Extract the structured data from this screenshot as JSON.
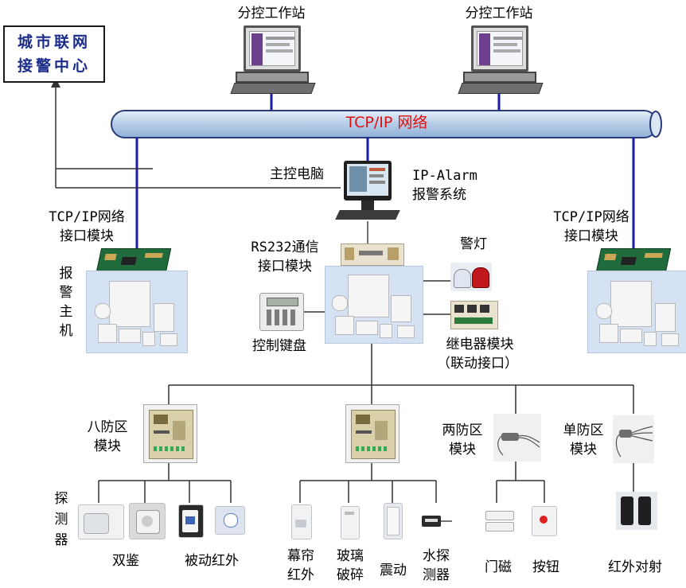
{
  "city_center": {
    "line1": "城市联网",
    "line2": "接警中心"
  },
  "network": {
    "label": "TCP/IP 网络"
  },
  "workstations": [
    {
      "label": "分控工作站"
    },
    {
      "label": "分控工作站"
    }
  ],
  "main_pc": {
    "label": "主控电脑"
  },
  "ip_alarm": {
    "line1": "IP-Alarm",
    "line2": "报警系统"
  },
  "tcpip_module_left": {
    "line1": "TCP/IP网络",
    "line2": "接口模块"
  },
  "tcpip_module_right": {
    "line1": "TCP/IP网络",
    "line2": "接口模块"
  },
  "rs232": {
    "line1": "RS232通信",
    "line2": "接口模块"
  },
  "alarm_host": {
    "chars": [
      "报",
      "警",
      "主",
      "机"
    ]
  },
  "warning_light": {
    "label": "警灯"
  },
  "control_keypad": {
    "label": "控制键盘"
  },
  "relay_module": {
    "line1": "继电器模块",
    "line2": "（联动接口）"
  },
  "zone_modules": {
    "eight": {
      "line1": "八防区",
      "line2": "模块"
    },
    "two": {
      "line1": "两防区",
      "line2": "模块"
    },
    "single": {
      "line1": "单防区",
      "line2": "模块"
    }
  },
  "detector_label": {
    "chars": [
      "探",
      "测",
      "器"
    ]
  },
  "devices": {
    "dual": "双鉴",
    "passive_ir": "被动红外",
    "curtain": {
      "line1": "幕帘",
      "line2": "红外"
    },
    "glass": {
      "line1": "玻璃",
      "line2": "破碎"
    },
    "vibration": "震动",
    "water": {
      "line1": "水探",
      "line2": "测器"
    },
    "door_magnet": "门磁",
    "button": "按钮",
    "ir_beam": "红外对射"
  },
  "colors": {
    "network_pipe": "#b9cfe8",
    "network_text": "#e01010",
    "bus_line": "#1a1aa8",
    "city_text": "#1b2c8a"
  }
}
